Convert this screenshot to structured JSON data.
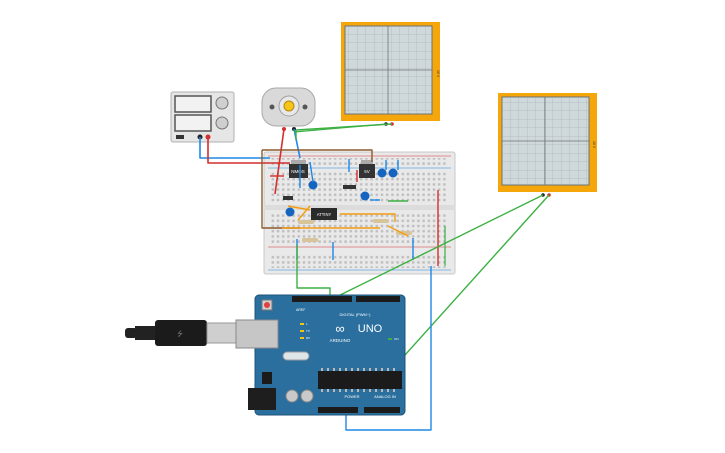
{
  "workspace": {
    "components": {
      "power_supply": {
        "name": "power supply"
      },
      "dc_motor": {
        "name": "dc motor"
      },
      "oscilloscope_1": {
        "label": "10 V"
      },
      "oscilloscope_2": {
        "label": "10 V"
      },
      "breadboard": {
        "name": "breadboard"
      },
      "mosfet": {
        "label": "NMOS"
      },
      "regulator": {
        "label": "5V"
      },
      "mcu": {
        "label": "ATTINY"
      },
      "arduino": {
        "brand": "ARDUINO",
        "model": "UNO",
        "digital_header": "DIGITAL (PWM~)",
        "power_header": "POWER",
        "analog_header": "ANALOG IN",
        "tx": "TX",
        "rx": "RX",
        "l": "L",
        "on": "ON",
        "aref": "AREF"
      }
    },
    "colors": {
      "wire_red": "#d32f2f",
      "wire_blue": "#1e88e5",
      "wire_green": "#3cb043",
      "wire_brown": "#8d5a2b",
      "wire_orange": "#f39c12",
      "scope_frame": "#f4a60b",
      "board_blue": "#2a6f9e"
    }
  }
}
